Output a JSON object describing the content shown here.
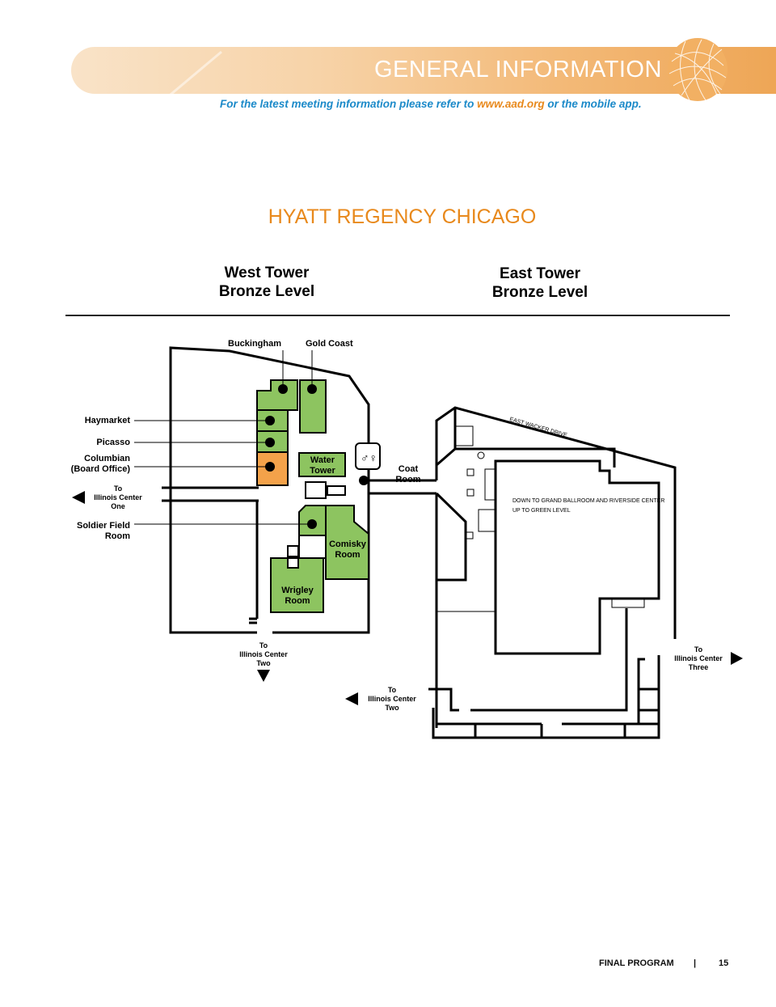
{
  "header": {
    "section_title": "GENERAL INFORMATION",
    "notice_prefix": "For the latest meeting information please refer to",
    "notice_url": "www.aad.org",
    "notice_suffix": "or the mobile app."
  },
  "page_title": "HYATT REGENCY CHICAGO",
  "towers": {
    "west": {
      "line1": "West Tower",
      "line2": "Bronze Level"
    },
    "east": {
      "line1": "East Tower",
      "line2": "Bronze Level"
    }
  },
  "map": {
    "rooms": {
      "buckingham": "Buckingham",
      "gold_coast": "Gold Coast",
      "haymarket": "Haymarket",
      "picasso": "Picasso",
      "columbian_1": "Columbian",
      "columbian_2": "(Board Office)",
      "soldier_1": "Soldier Field",
      "soldier_2": "Room",
      "water_1": "Water",
      "water_2": "Tower",
      "coat_1": "Coat",
      "coat_2": "Room",
      "comisky_1": "Comisky",
      "comisky_2": "Room",
      "wrigley_1": "Wrigley",
      "wrigley_2": "Room"
    },
    "exits": {
      "ic1": [
        "To",
        "Illinois Center",
        "One"
      ],
      "ic2_west": [
        "To",
        "Illinois Center",
        "Two"
      ],
      "ic2_east": [
        "To",
        "Illinois Center",
        "Two"
      ],
      "ic3": [
        "To",
        "Illinois Center",
        "Three"
      ]
    },
    "street": "EAST WACKER DRIVE",
    "note_1": "DOWN TO GRAND BALLROOM AND RIVERSIDE CENTER",
    "note_2": "UP TO GREEN LEVEL",
    "colors": {
      "meeting_room": "#8dc460",
      "board_office": "#f4a24a"
    }
  },
  "footer": {
    "program": "FINAL PROGRAM",
    "separator": "|",
    "page": "15"
  }
}
